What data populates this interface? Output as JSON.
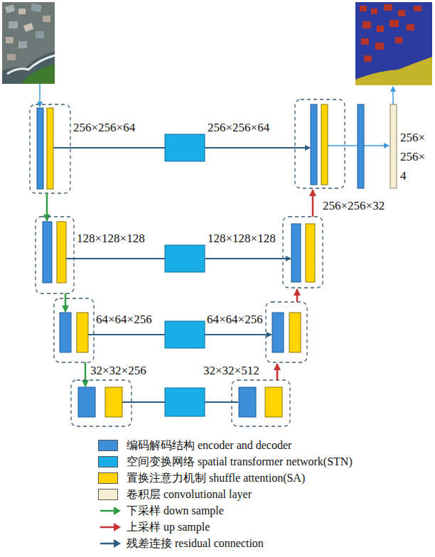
{
  "diagram": {
    "labels": [
      "256×256×64",
      "256×256×64",
      "128×128×128",
      "128×128×128",
      "64×64×256",
      "64×64×256",
      "32×32×256",
      "32×32×512",
      "256×256×32",
      "256× 256× 4"
    ],
    "legend": [
      {
        "text": "编码解码结构 encoder and decoder",
        "color": "#3c8fd8"
      },
      {
        "text": "空间变换网络 spatial transformer network(STN)",
        "color": "#1aaee8"
      },
      {
        "text": "置换注意力机制 shuffle attention(SA)",
        "color": "#ffd400"
      },
      {
        "text": "卷积层 convolutional layer",
        "color": "#f6efd5"
      },
      {
        "text": "下采样 down sample"
      },
      {
        "text": "上采样 up sample"
      },
      {
        "text": "残差连接 residual connection"
      }
    ]
  }
}
